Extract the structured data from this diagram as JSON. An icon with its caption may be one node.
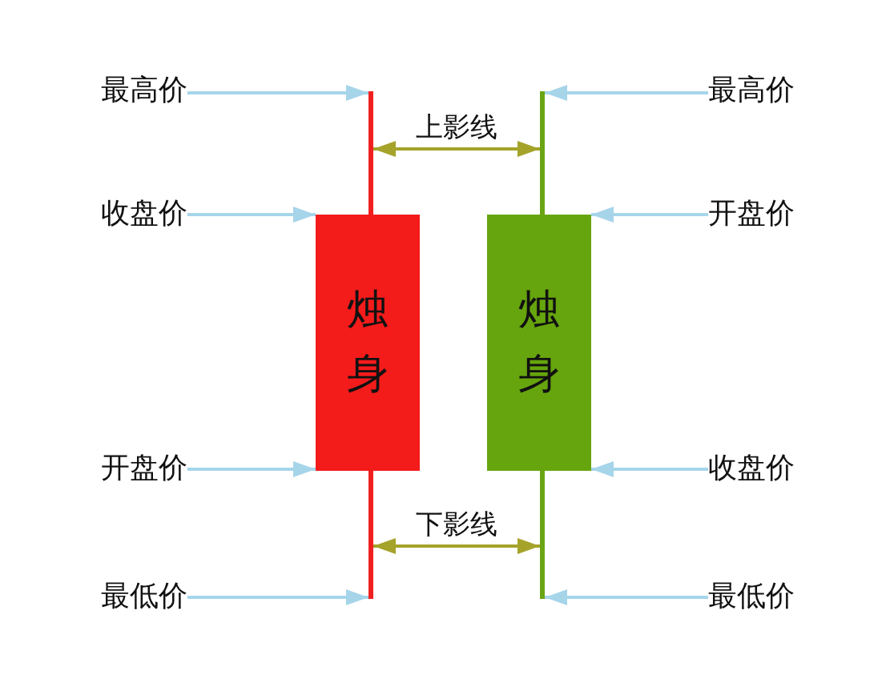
{
  "diagram": {
    "nodes": [
      {
        "text": [
          "最高价"
        ]
      },
      {
        "text": [
          "收盘价"
        ]
      },
      {
        "text": [
          "开盘价"
        ]
      },
      {
        "text": [
          "最低价"
        ]
      },
      {
        "text": [
          "烛身"
        ]
      },
      {
        "text": [
          "烛身"
        ]
      },
      {
        "text": [
          "最高价"
        ]
      },
      {
        "text": [
          "开盘价"
        ]
      },
      {
        "text": [
          "收盘价"
        ]
      },
      {
        "text": [
          "最低价"
        ]
      },
      {
        "text": [],
        "shape": "bar"
      },
      {
        "text": [],
        "shape": "bar"
      },
      {
        "text": [],
        "shape": "bar"
      },
      {
        "text": [],
        "shape": "bar"
      }
    ],
    "edges": [
      {
        "from": 0,
        "to": 10,
        "arrow": "to"
      },
      {
        "from": 1,
        "to": 4,
        "arrow": "to"
      },
      {
        "from": 2,
        "to": 4,
        "arrow": "to"
      },
      {
        "from": 3,
        "to": 11,
        "arrow": "to"
      },
      {
        "from": 6,
        "to": 12,
        "arrow": "to"
      },
      {
        "from": 7,
        "to": 5,
        "arrow": "to"
      },
      {
        "from": 8,
        "to": 5,
        "arrow": "to"
      },
      {
        "from": 9,
        "to": 13,
        "arrow": "to"
      },
      {
        "from": 10,
        "to": 12,
        "arrow": "both",
        "label": "上影线",
        "color": "#a5a32a"
      },
      {
        "from": 11,
        "to": 13,
        "arrow": "both",
        "label": "下影线",
        "color": "#a5a32a"
      }
    ]
  }
}
